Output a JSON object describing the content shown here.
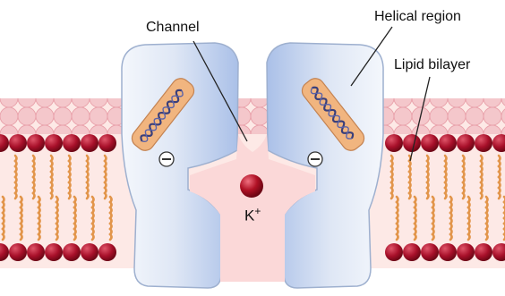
{
  "labels": {
    "channel": "Channel",
    "helical_region": "Helical region",
    "lipid_bilayer": "Lipid bilayer",
    "ion": "K",
    "ion_charge": "+"
  },
  "colors": {
    "lipid_head": "#a8102a",
    "lipid_head_faint": "#e9a4ad",
    "lipid_tail": "#e2954a",
    "membrane_bg": "#fbe3de",
    "protein_fill": "#e9eef8",
    "protein_outline": "#9eb0cf",
    "protein_shadow": "#a9bfe6",
    "helix_box": "#f0b57d",
    "helix": "#3a3f7a",
    "pore_fill": "#fbd9d9",
    "ion": "#b01125"
  }
}
